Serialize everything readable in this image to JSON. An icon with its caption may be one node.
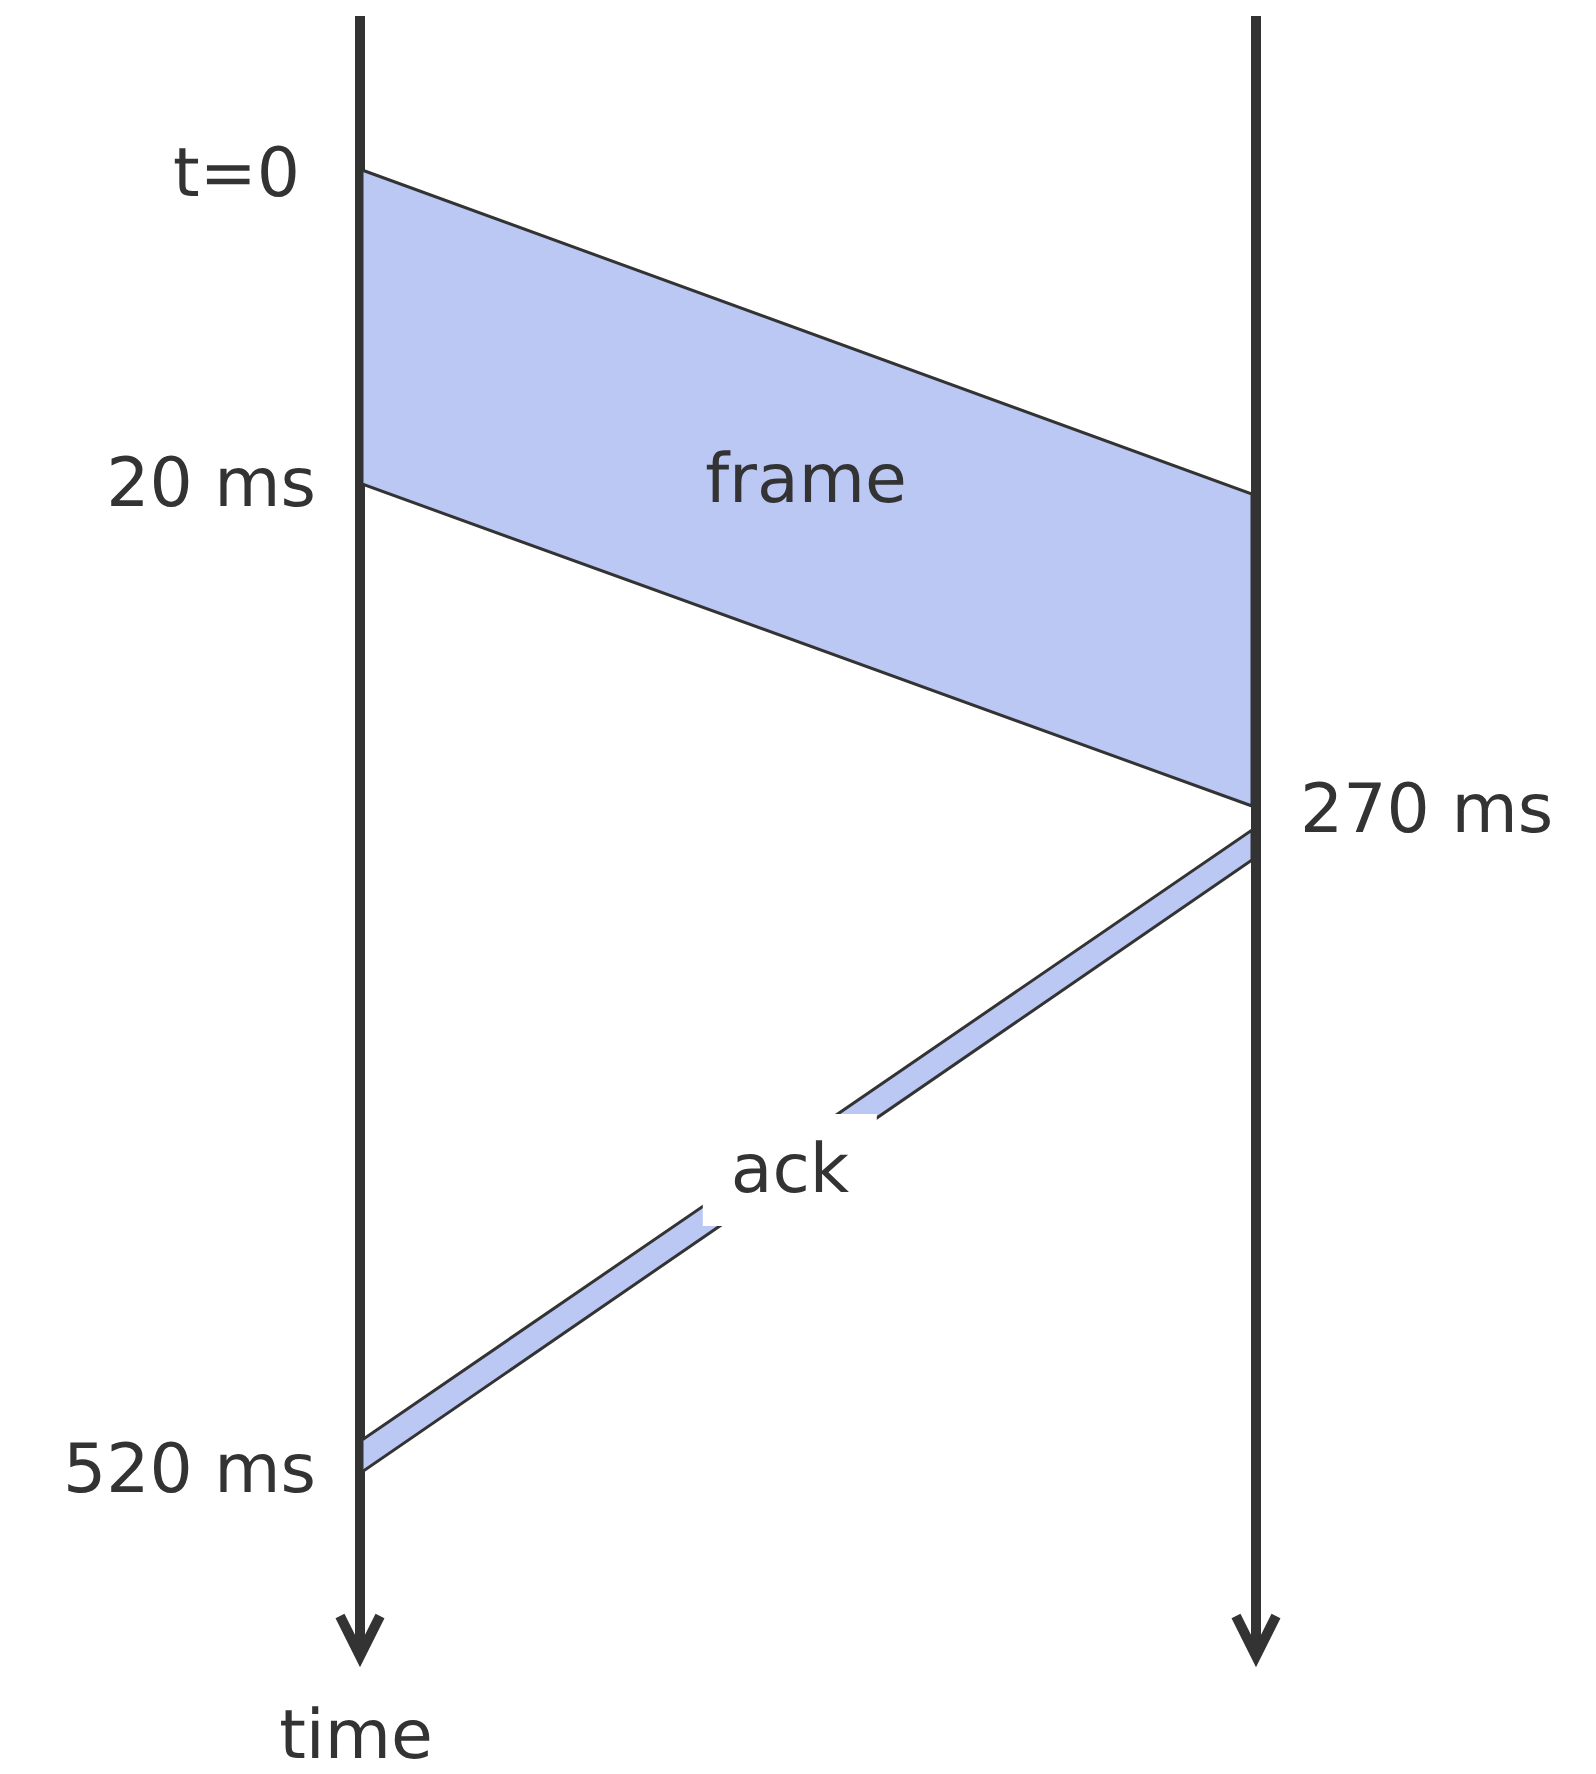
{
  "diagram": {
    "nodes": [
      {
        "text": [
          "frame"
        ]
      },
      {
        "text": [
          "ack"
        ]
      }
    ],
    "labels": [
      "t=0",
      "20 ms",
      "270 ms",
      "520 ms",
      "time"
    ]
  }
}
